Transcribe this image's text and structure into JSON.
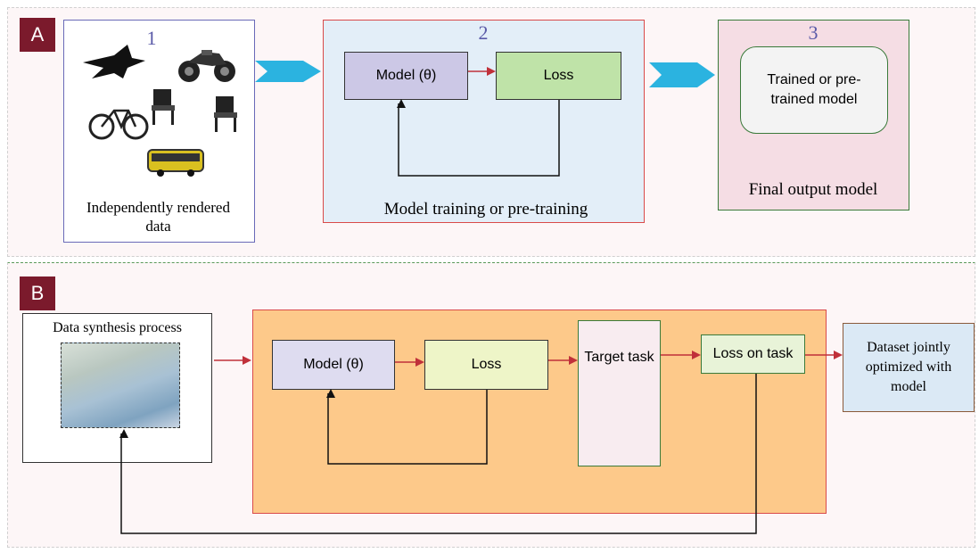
{
  "panel_a": {
    "tag": "A",
    "box1": {
      "number": "1",
      "caption": "Independently rendered data"
    },
    "box2": {
      "number": "2",
      "model_label": "Model (θ)",
      "loss_label": "Loss",
      "caption": "Model training or pre-training"
    },
    "box3": {
      "number": "3",
      "trained_label": "Trained or pre-trained model",
      "caption": "Final output model"
    }
  },
  "panel_b": {
    "tag": "B",
    "synthesis_label": "Data synthesis process",
    "model_label": "Model (θ)",
    "loss_label": "Loss",
    "target_label": "Target task",
    "loss_task_label": "Loss on task",
    "output_label": "Dataset jointly optimized with model"
  },
  "colors": {
    "tag_bg": "#7b1a2c",
    "train_bg": "#e3eef8",
    "model_bg": "#ccc8e6",
    "loss_bg": "#bfe3a8",
    "orange_bg": "#fdc98a",
    "output_bg": "#dbe9f5",
    "arrow_red": "#c0303a",
    "chevron_blue": "#2bb3e0"
  }
}
